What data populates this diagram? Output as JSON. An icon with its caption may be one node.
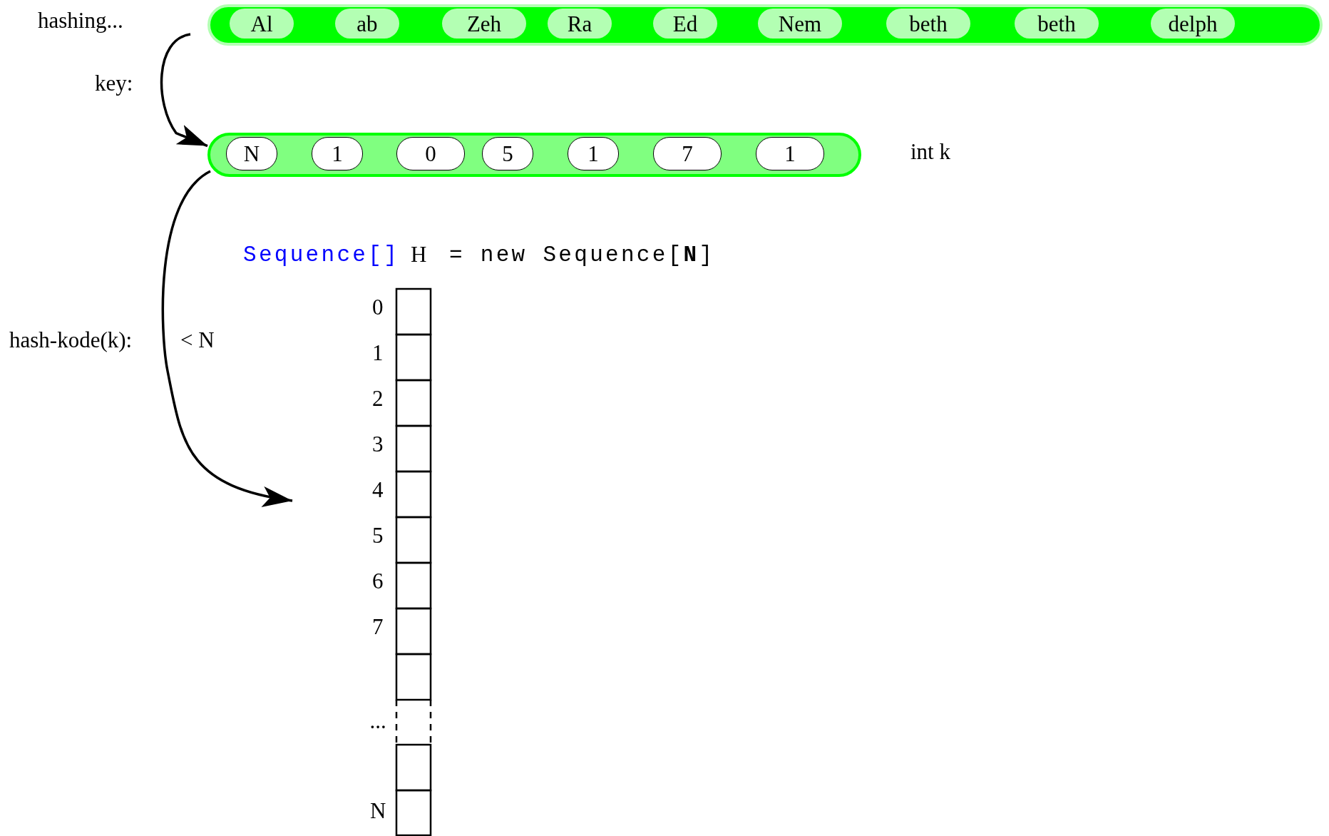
{
  "diagram": {
    "nodes": [
      {
        "text": [],
        "shape": "bar"
      },
      {
        "text": [
          "Al"
        ],
        "in": 0
      },
      {
        "text": [
          "ab"
        ],
        "in": 0
      },
      {
        "text": [
          "Zeh"
        ],
        "in": 0
      },
      {
        "text": [
          "Ra"
        ],
        "in": 0
      },
      {
        "text": [
          "Ed"
        ],
        "in": 0
      },
      {
        "text": [
          "Nem"
        ],
        "in": 0
      },
      {
        "text": [
          "beth"
        ],
        "in": 0
      },
      {
        "text": [
          "beth"
        ],
        "in": 0
      },
      {
        "text": [
          "delph"
        ],
        "in": 0
      },
      {
        "text": [],
        "shape": "bar"
      },
      {
        "text": [
          "N"
        ],
        "in": 10
      },
      {
        "text": [
          "1"
        ],
        "in": 10
      },
      {
        "text": [
          "0"
        ],
        "in": 10
      },
      {
        "text": [
          "5"
        ],
        "in": 10
      },
      {
        "text": [
          "1"
        ],
        "in": 10
      },
      {
        "text": [
          "7"
        ],
        "in": 10
      },
      {
        "text": [
          "1"
        ],
        "in": 10
      }
    ],
    "edges": [
      {
        "from": 0,
        "to": 10,
        "arrow": "to"
      },
      {
        "from": 10,
        "to": null,
        "arrow": "to"
      }
    ],
    "labels": [
      "hashing...",
      "key:",
      "int k",
      "Sequence[]",
      "H",
      "= new Sequence[**N**]",
      "hash-kode(k):",
      "< N",
      "0",
      "1",
      "2",
      "3",
      "4",
      "5",
      "6",
      "7",
      "...",
      "N"
    ]
  }
}
